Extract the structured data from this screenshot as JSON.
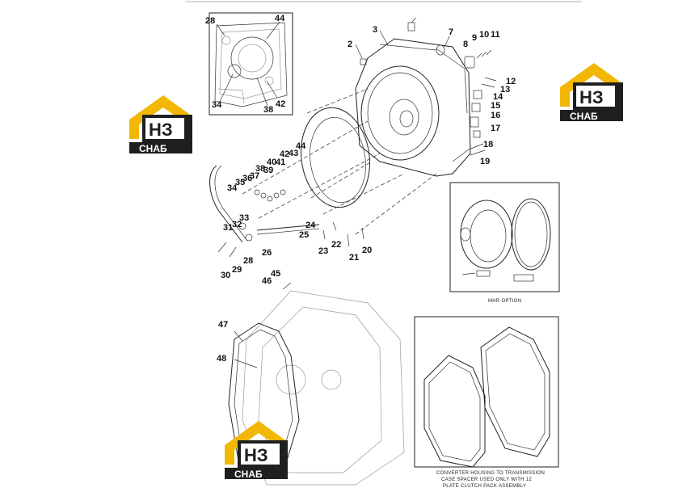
{
  "callouts": {
    "c2": "2",
    "c3": "3",
    "c7": "7",
    "c8": "8",
    "c9": "9",
    "c10": "10",
    "c11": "11",
    "c12": "12",
    "c13": "13",
    "c14": "14",
    "c15": "15",
    "c16": "16",
    "c17": "17",
    "c18": "18",
    "c19": "19",
    "c20": "20",
    "c21": "21",
    "c22": "22",
    "c23": "23",
    "c24": "24",
    "c25": "25",
    "c26": "26",
    "c28": "28",
    "c29": "29",
    "c30": "30",
    "c31": "31",
    "c32": "32",
    "c33": "33",
    "c34": "34",
    "c35": "35",
    "c36": "36",
    "c37": "37",
    "c38": "38",
    "c39": "39",
    "c40": "40",
    "c41": "41",
    "c42": "42",
    "c43": "43",
    "c44": "44",
    "c45": "45",
    "c46": "46",
    "c47": "47",
    "c48": "48",
    "inset_c28": "28",
    "inset_c44": "44",
    "inset_c34": "34",
    "inset_c38": "38",
    "inset_c42": "42"
  },
  "captions": {
    "mhr_option": "MHR OPTION",
    "spacer_line1": "CONVERTER HOUSING TO TRANSMISSION",
    "spacer_line2": "CASE SPACER USED ONLY WITH 12",
    "spacer_line3": "PLATE CLUTCH PACK ASSEMBLY"
  },
  "watermark": {
    "letters": "НЗ",
    "word": "СНАБ",
    "colors": {
      "roof": "#f2b705",
      "dark": "#1f1f1f",
      "text": "#ffffff"
    }
  }
}
